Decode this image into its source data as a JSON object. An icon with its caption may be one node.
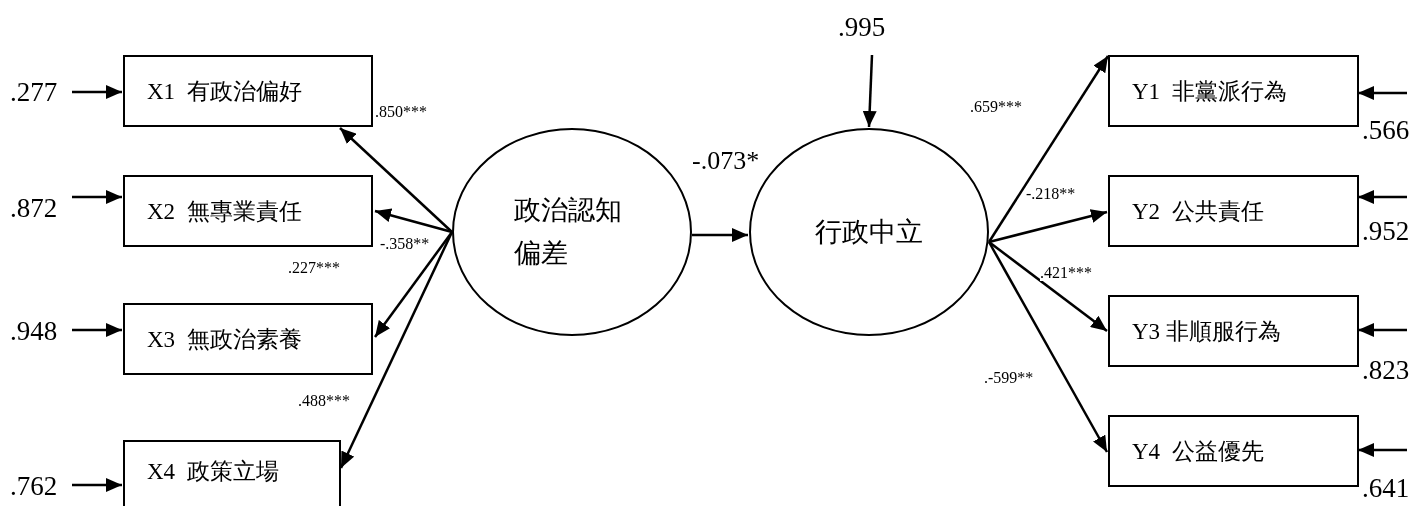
{
  "diagram": {
    "nodes": [
      {
        "text": [
          "X1  有政治偏好"
        ]
      },
      {
        "text": [
          "X2  無專業責任"
        ]
      },
      {
        "text": [
          "X3  無政治素養"
        ]
      },
      {
        "text": [
          "X4  政策立場"
        ]
      },
      {
        "text": [
          "政治認知偏差"
        ]
      },
      {
        "text": [
          "行政中立"
        ]
      },
      {
        "text": [
          "Y1  非黨派行為"
        ]
      },
      {
        "text": [
          "Y2  公共責任"
        ]
      },
      {
        "text": [
          "Y3 非順服行為"
        ]
      },
      {
        "text": [
          "Y4  公益優先"
        ]
      },
      {
        "text": [
          ".277"
        ]
      },
      {
        "text": [
          ".872"
        ]
      },
      {
        "text": [
          ".948"
        ]
      },
      {
        "text": [
          ".762"
        ]
      },
      {
        "text": [
          ".995"
        ]
      },
      {
        "text": [
          ".566"
        ]
      },
      {
        "text": [
          ".952"
        ]
      },
      {
        "text": [
          ".823"
        ]
      },
      {
        "text": [
          ".641"
        ]
      }
    ],
    "edges": [
      {
        "from": 4,
        "to": 0,
        "arrow": "to",
        "label": ".850***"
      },
      {
        "from": 4,
        "to": 1,
        "arrow": "to",
        "label": "-.358**"
      },
      {
        "from": 4,
        "to": 2,
        "arrow": "to",
        "label": ".227***"
      },
      {
        "from": 4,
        "to": 3,
        "arrow": "to",
        "label": ".488***"
      },
      {
        "from": 4,
        "to": 5,
        "arrow": "to",
        "label": "-.073*"
      },
      {
        "from": 5,
        "to": 6,
        "arrow": "to",
        "label": ".659***"
      },
      {
        "from": 5,
        "to": 7,
        "arrow": "to",
        "label": "-.218**"
      },
      {
        "from": 5,
        "to": 8,
        "arrow": "to",
        "label": ".421***"
      },
      {
        "from": 5,
        "to": 9,
        "arrow": "to",
        "label": ".-599**"
      },
      {
        "from": 10,
        "to": 0,
        "arrow": "to"
      },
      {
        "from": 11,
        "to": 1,
        "arrow": "to"
      },
      {
        "from": 12,
        "to": 2,
        "arrow": "to"
      },
      {
        "from": 13,
        "to": 3,
        "arrow": "to"
      },
      {
        "from": 14,
        "to": 5,
        "arrow": "to"
      },
      {
        "from": 15,
        "to": 6,
        "arrow": "to"
      },
      {
        "from": 16,
        "to": 7,
        "arrow": "to"
      },
      {
        "from": 17,
        "to": 8,
        "arrow": "to"
      },
      {
        "from": 18,
        "to": 9,
        "arrow": "to"
      }
    ]
  }
}
